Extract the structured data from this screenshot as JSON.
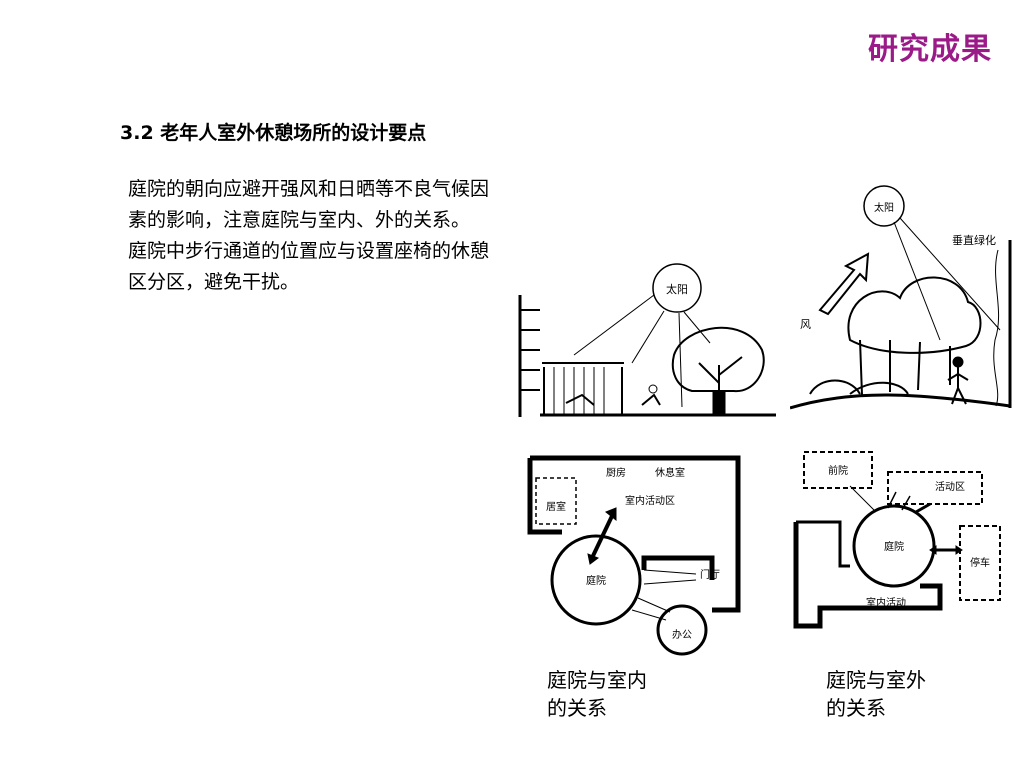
{
  "header": {
    "title": "研究成果"
  },
  "section": {
    "heading": "3.2 老年人室外休憩场所的设计要点",
    "paragraphs": [
      "庭院的朝向应避开强风和日晒等不良气候因素的影响，注意庭院与室内、外的关系。",
      "庭院中步行通道的位置应与设置座椅的休憩区分区，避免干扰。"
    ]
  },
  "figures": {
    "sun_sketch_1": {
      "sun_label": "太阳"
    },
    "sun_sketch_2": {
      "sun_label": "太阳",
      "wall_green_label": "垂直绿化",
      "wind_label": "风"
    },
    "plan_indoor": {
      "kitchen": "厨房",
      "lounge": "休息室",
      "indoor_activity": "室内活动区",
      "living": "居室",
      "courtyard": "庭院",
      "lobby": "门厅",
      "office": "办公"
    },
    "plan_outdoor": {
      "front_yard": "前院",
      "activity_area": "活动区",
      "courtyard": "庭院",
      "parking": "停车",
      "indoor_activity": "室内活动"
    }
  },
  "captions": {
    "indoor": [
      "庭院与室内",
      "的关系"
    ],
    "outdoor": [
      "庭院与室外",
      "的关系"
    ]
  }
}
